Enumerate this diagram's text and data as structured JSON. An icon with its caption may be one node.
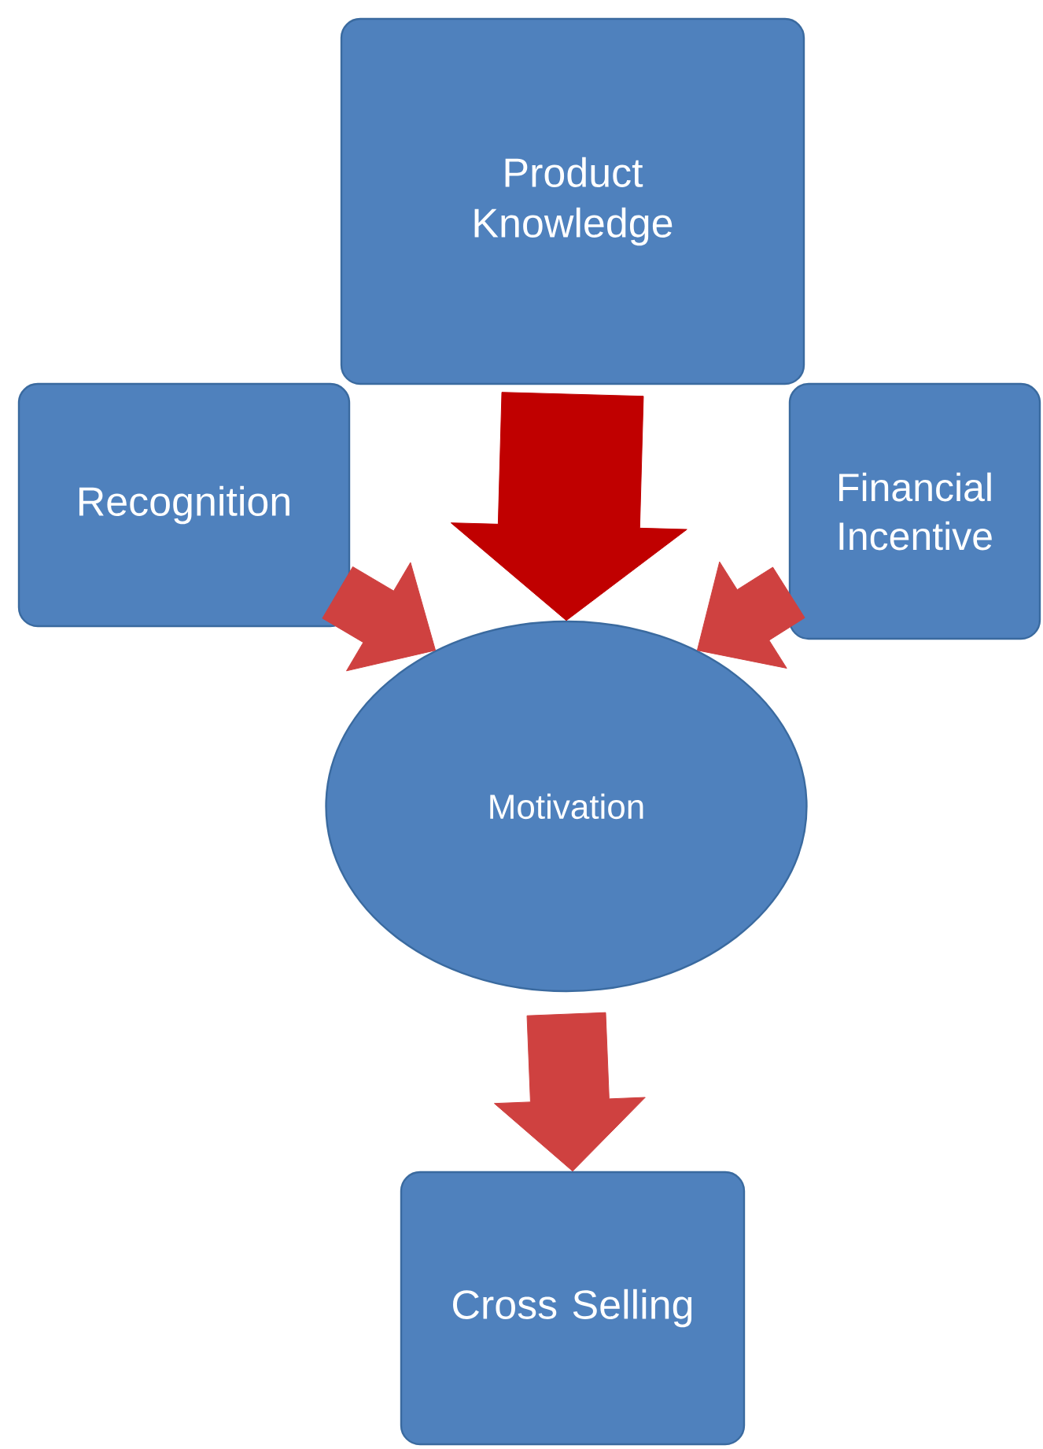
{
  "diagram": {
    "nodes": [
      {
        "text": [
          "Product Knowledge"
        ]
      },
      {
        "text": [
          "Recognition"
        ]
      },
      {
        "text": [
          "Financial Incentive"
        ]
      },
      {
        "text": [
          "Motivation"
        ]
      },
      {
        "text": [
          "Cross Selling"
        ]
      }
    ],
    "edges": [
      {
        "from": 0,
        "to": 3,
        "arrow": "to",
        "style": "thick",
        "color": "#c00000"
      },
      {
        "from": 1,
        "to": 3,
        "arrow": "to"
      },
      {
        "from": 2,
        "to": 3,
        "arrow": "to"
      },
      {
        "from": 3,
        "to": 4,
        "arrow": "to"
      }
    ]
  }
}
